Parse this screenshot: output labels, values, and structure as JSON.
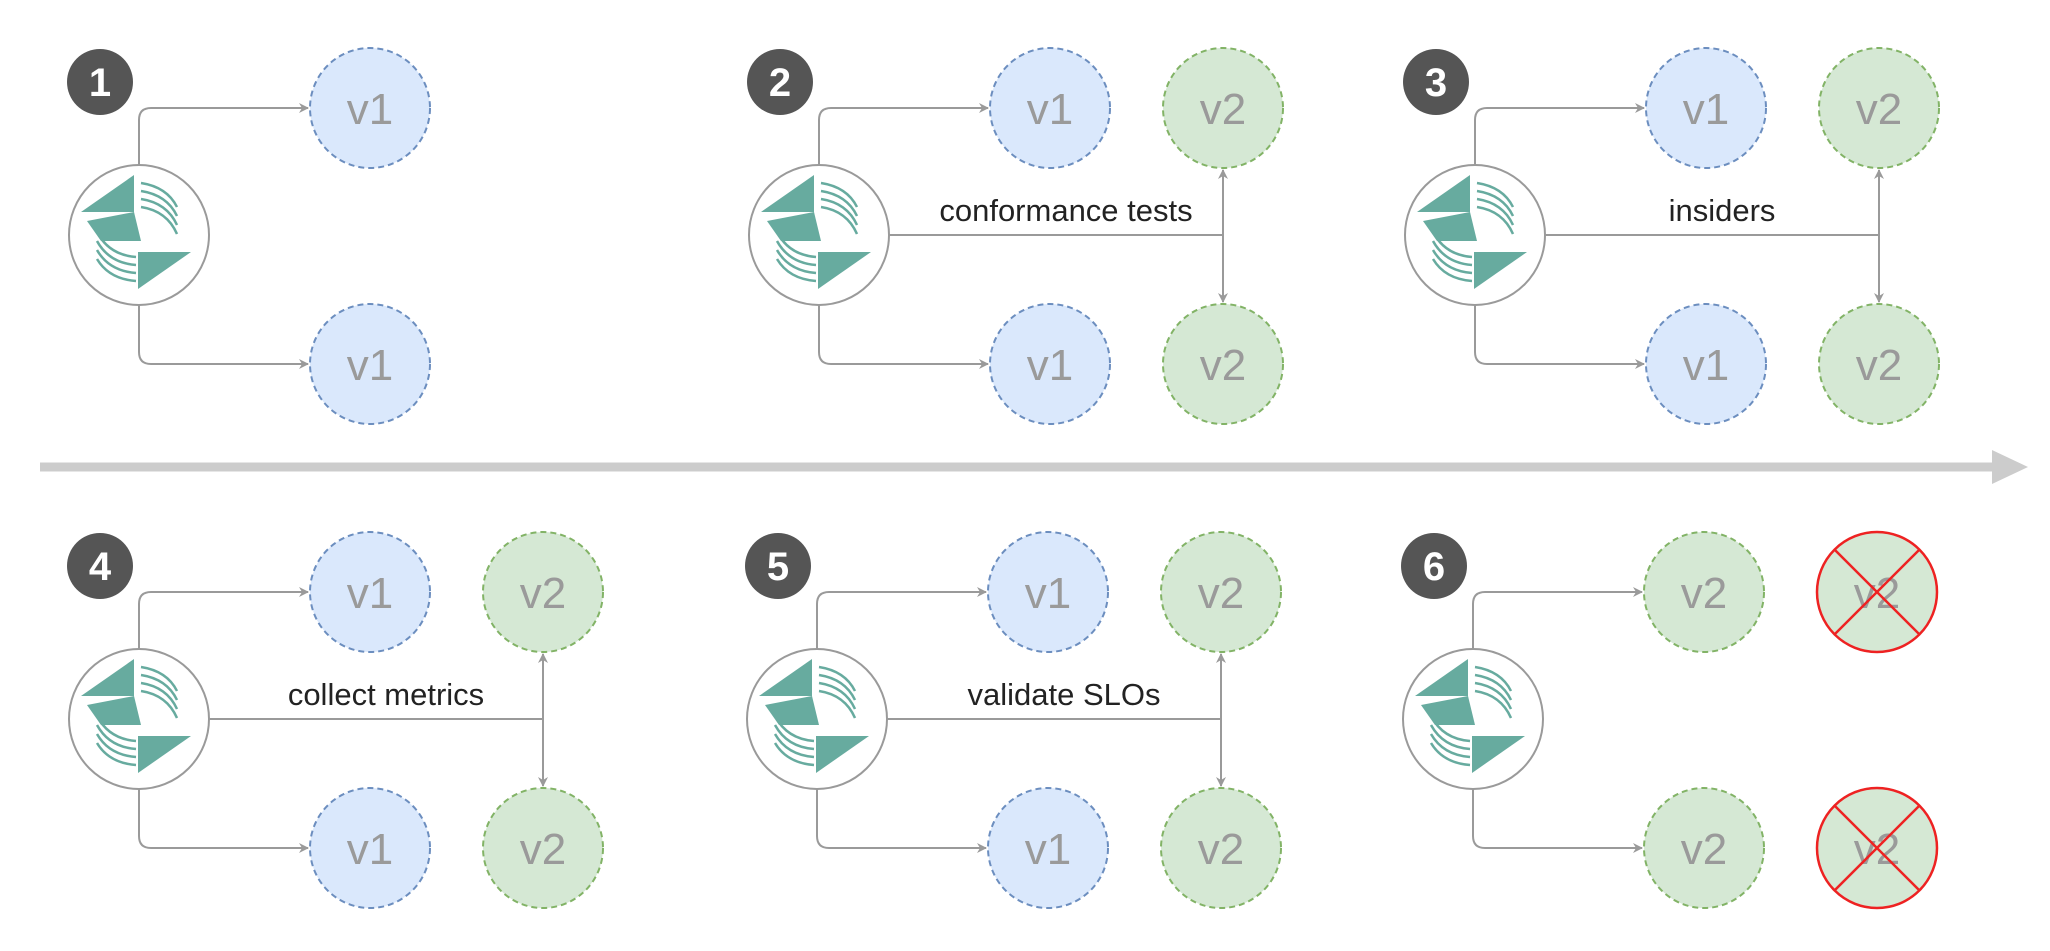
{
  "colors": {
    "badge": "#555555",
    "v1_fill": "#dae8fc",
    "v1_stroke": "#6c8ebf",
    "v2_fill": "#d5e8d4",
    "v2_stroke": "#82b366",
    "connector": "#9a9a9a",
    "timeline": "#cccccc",
    "logo": "#67ab9f",
    "removed_cross": "#ee2222"
  },
  "icons": {
    "controller": "controller-logo-icon",
    "arrowhead": "arrowhead-icon",
    "cross": "cross-icon"
  },
  "steps": [
    {
      "number": "1",
      "label": "",
      "top": [
        "v1"
      ],
      "bottom": [
        "v1"
      ],
      "removed": []
    },
    {
      "number": "2",
      "label": "conformance tests",
      "top": [
        "v1",
        "v2"
      ],
      "bottom": [
        "v1",
        "v2"
      ],
      "removed": []
    },
    {
      "number": "3",
      "label": "insiders",
      "top": [
        "v1",
        "v2"
      ],
      "bottom": [
        "v1",
        "v2"
      ],
      "removed": []
    },
    {
      "number": "4",
      "label": "collect metrics",
      "top": [
        "v1",
        "v2"
      ],
      "bottom": [
        "v1",
        "v2"
      ],
      "removed": []
    },
    {
      "number": "5",
      "label": "validate SLOs",
      "top": [
        "v1",
        "v2"
      ],
      "bottom": [
        "v1",
        "v2"
      ],
      "removed": []
    },
    {
      "number": "6",
      "label": "",
      "top": [
        "v2",
        "v2"
      ],
      "bottom": [
        "v2",
        "v2"
      ],
      "removed": [
        1
      ]
    }
  ]
}
